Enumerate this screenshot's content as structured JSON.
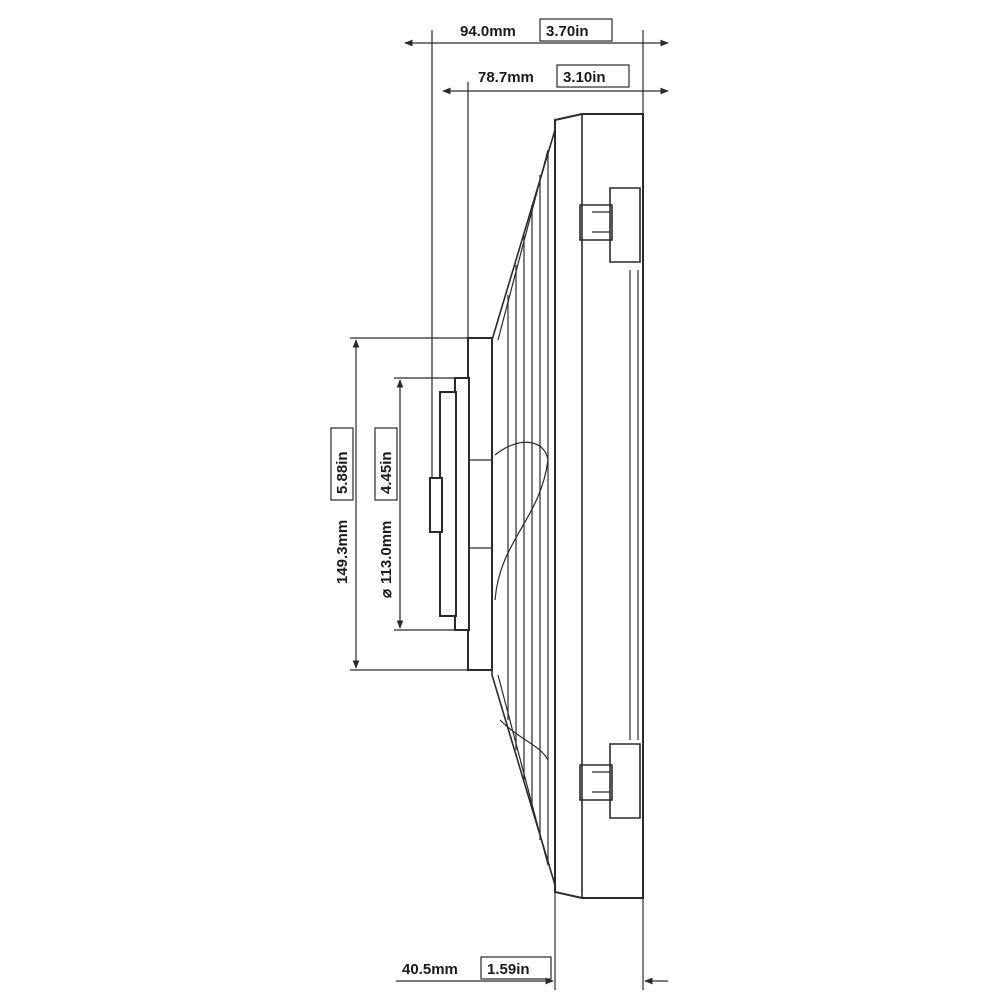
{
  "dimensions": {
    "overall_depth": {
      "mm": "94.0mm",
      "in": "3.70in"
    },
    "mount_depth": {
      "mm": "78.7mm",
      "in": "3.10in"
    },
    "magnet_diameter": {
      "mm": "149.3mm",
      "in": "5.88in"
    },
    "cutout_diameter": {
      "mm": "113.0mm",
      "in": "4.45in",
      "symbol": "⌀"
    },
    "flange_depth": {
      "mm": "40.5mm",
      "in": "1.59in"
    }
  },
  "colors": {
    "line": "#2a2a2a",
    "text": "#1a1a1a",
    "background": "#ffffff"
  }
}
